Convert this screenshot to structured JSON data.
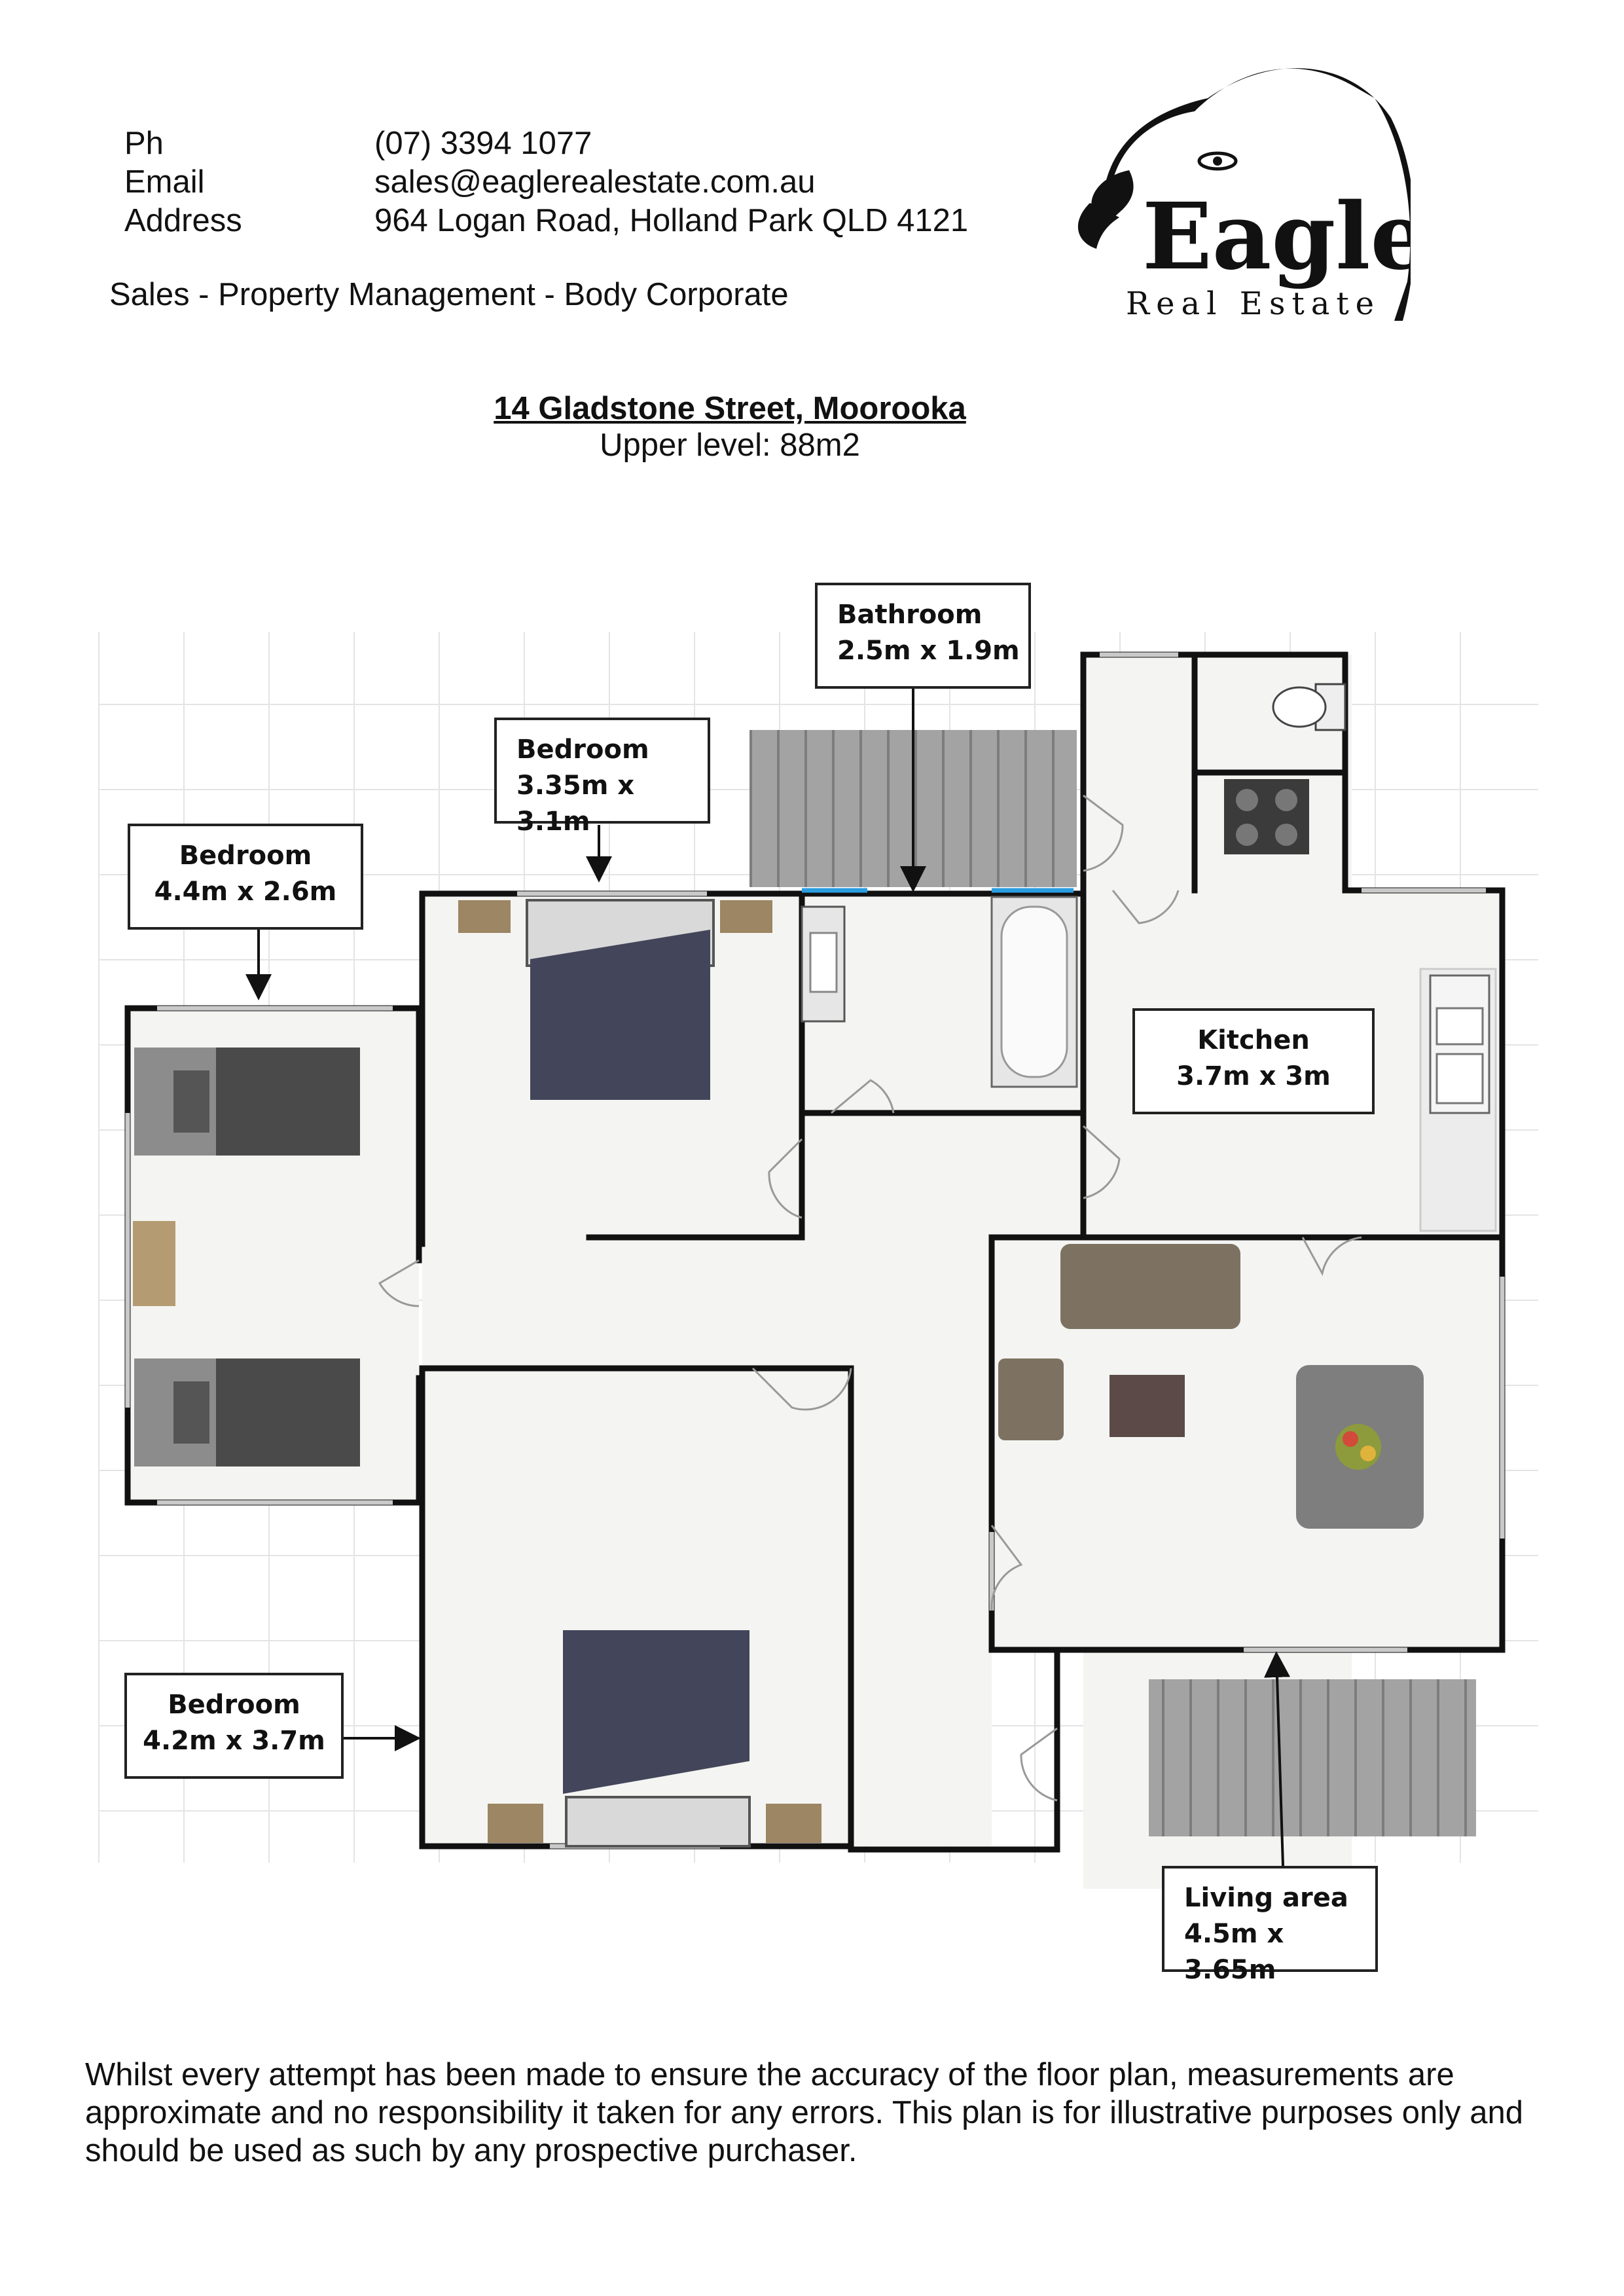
{
  "contact": {
    "ph_label": "Ph",
    "ph_value": "(07) 3394 1077",
    "email_label": "Email",
    "email_value": "sales@eaglerealestate.com.au",
    "address_label": "Address",
    "address_value": "964 Logan Road, Holland Park QLD 4121"
  },
  "tagline": "Sales - Property Management - Body Corporate",
  "logo": {
    "name": "Eagle",
    "sub": "Real Estate",
    "icon": "eagle-head-icon"
  },
  "title": "14 Gladstone Street, Moorooka",
  "subtitle": "Upper level: 88m2",
  "rooms": {
    "bathroom": {
      "name": "Bathroom",
      "size": "2.5m x 1.9m"
    },
    "bedroom_top": {
      "name": "Bedroom",
      "size": "3.35m x 3.1m"
    },
    "bedroom_left": {
      "name": "Bedroom",
      "size": "4.4m x 2.6m"
    },
    "kitchen": {
      "name": "Kitchen",
      "size": "3.7m x 3m"
    },
    "bedroom_bottom": {
      "name": "Bedroom",
      "size": "4.2m x 3.7m"
    },
    "living": {
      "name": "Living area",
      "size": "4.5m x 3.65m"
    }
  },
  "disclaimer": "Whilst every attempt has been made to ensure the accuracy of the floor plan, measurements are approximate and no responsibility it taken for any errors. This plan is for illustrative purposes only and should be used as such by any prospective purchaser.",
  "colors": {
    "wall": "#111111",
    "floor": "#f4f5f2",
    "bed": "#43465a",
    "furniture": "#9c8663",
    "stairs": "#9a9a9a"
  }
}
